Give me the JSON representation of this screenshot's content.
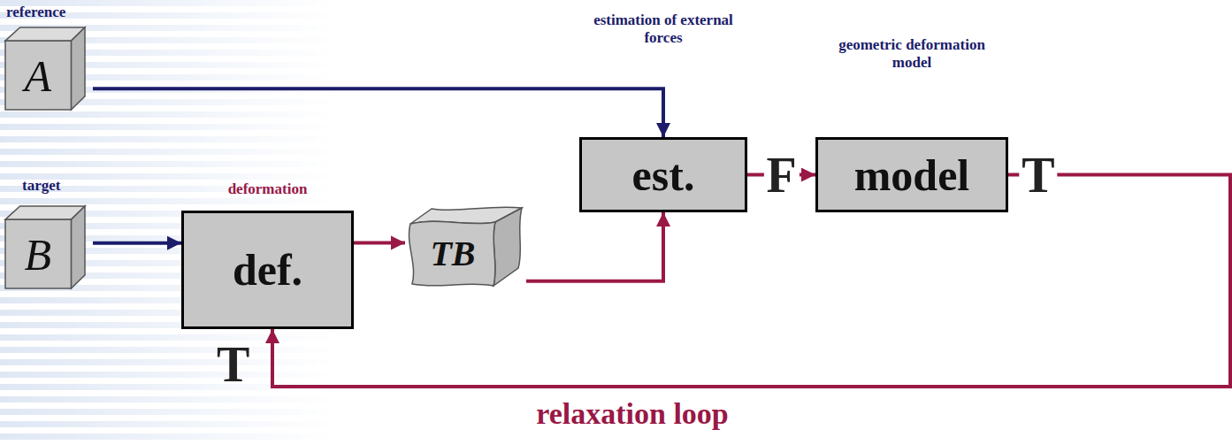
{
  "diagram": {
    "nodes": [
      {
        "text": [
          "reference",
          "A"
        ]
      },
      {
        "text": [
          "target",
          "B"
        ]
      },
      {
        "text": [
          "deformation",
          "def."
        ]
      },
      {
        "text": [
          "TB"
        ]
      },
      {
        "text": [
          "estimation of external forces",
          "est."
        ]
      },
      {
        "text": [
          "geometric deformation model",
          "model"
        ]
      }
    ],
    "edges": [
      {
        "from": 0,
        "to": 4,
        "arrow": "to"
      },
      {
        "from": 1,
        "to": 2,
        "arrow": "to"
      },
      {
        "from": 2,
        "to": 3,
        "arrow": "to"
      },
      {
        "from": 3,
        "to": 4,
        "arrow": "to"
      },
      {
        "from": 4,
        "to": 5,
        "label": "F",
        "arrow": "to"
      },
      {
        "from": 5,
        "to": 2,
        "label": "T",
        "arrow": "to"
      }
    ],
    "labels": [
      "T",
      "relaxation loop"
    ]
  }
}
